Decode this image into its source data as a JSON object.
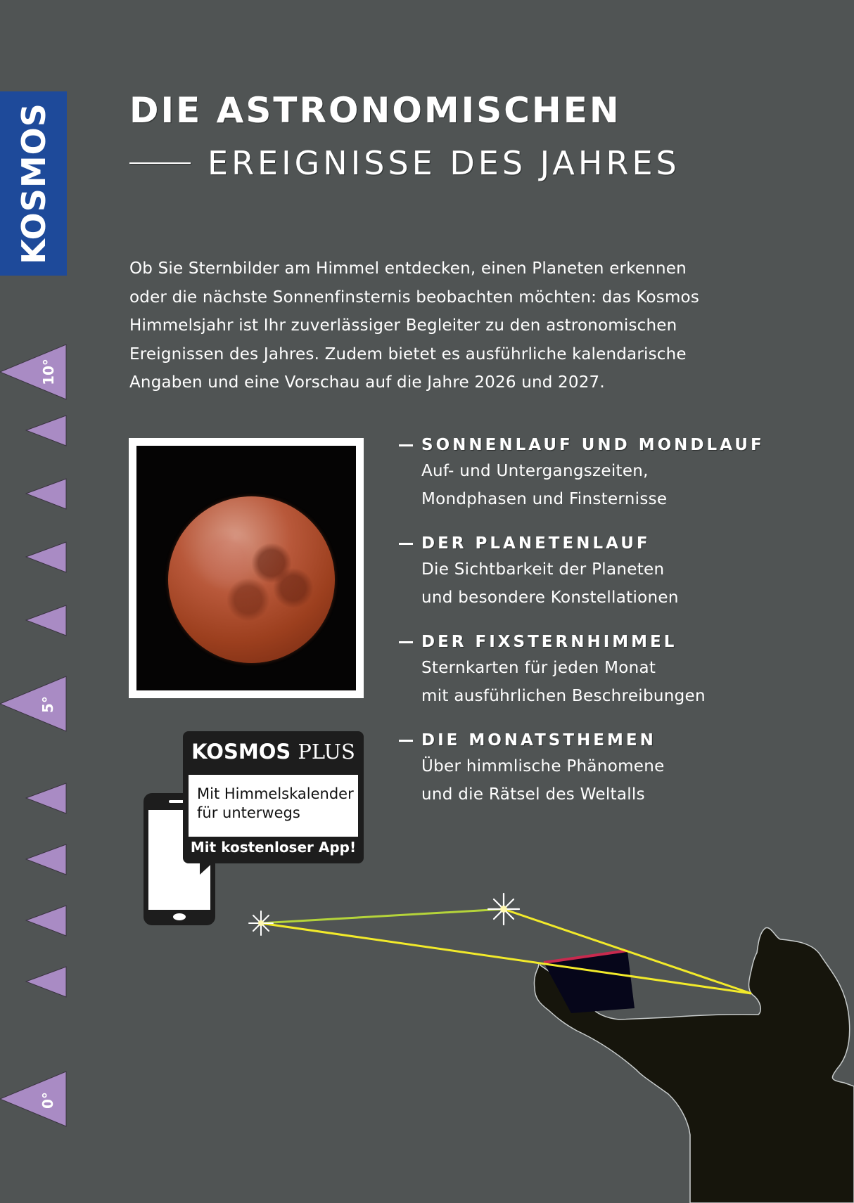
{
  "brand": {
    "name": "KOSMOS",
    "color": "#1e4a9a"
  },
  "colors": {
    "background": "#505454",
    "marker": "#a98bc4",
    "line": "#f2ea2a",
    "silhouette": "#16150c",
    "accent_red": "#c8294e"
  },
  "scale": {
    "labels": [
      "10°",
      "5°",
      "0°"
    ],
    "icon": "degree-scale-triangle-icon"
  },
  "title": {
    "line1": "DIE ASTRONOMISCHEN",
    "line2": "EREIGNISSE DES JAHRES"
  },
  "intro": {
    "lines": [
      "Ob Sie Sternbilder am Himmel entdecken, einen Planeten erkennen",
      "oder die nächste Sonnenfinsternis beobachten möchten: das Kosmos",
      "Himmelsjahr ist Ihr zuverlässiger Begleiter zu den astronomischen",
      "Ereignissen des Jahres. Zudem bietet es ausführliche kalendarische",
      "Angaben und eine Vorschau auf die Jahre 2026 und 2027."
    ]
  },
  "photo": {
    "subject": "lunar-eclipse-moon"
  },
  "features": [
    {
      "title": "SONNENLAUF UND MONDLAUF",
      "desc": [
        "Auf- und Untergangszeiten,",
        "Mondphasen und Finsternisse"
      ]
    },
    {
      "title": "DER PLANETENLAUF",
      "desc": [
        "Die Sichtbarkeit der Planeten",
        "und besondere Konstellationen"
      ]
    },
    {
      "title": "DER FIXSTERNHIMMEL",
      "desc": [
        "Sternkarten für jeden Monat",
        "mit ausführlichen Beschreibungen"
      ]
    },
    {
      "title": "DIE MONATSTHEMEN",
      "desc": [
        "Über himmlische Phänomene",
        "und die Rätsel des Weltalls"
      ]
    }
  ],
  "app_badge": {
    "title_bold": "KOSMOS",
    "title_serif": "PLUS",
    "box_lines": [
      "Mit Himmelskalender",
      "für unterwegs"
    ],
    "cta": "Mit kostenloser App!"
  }
}
